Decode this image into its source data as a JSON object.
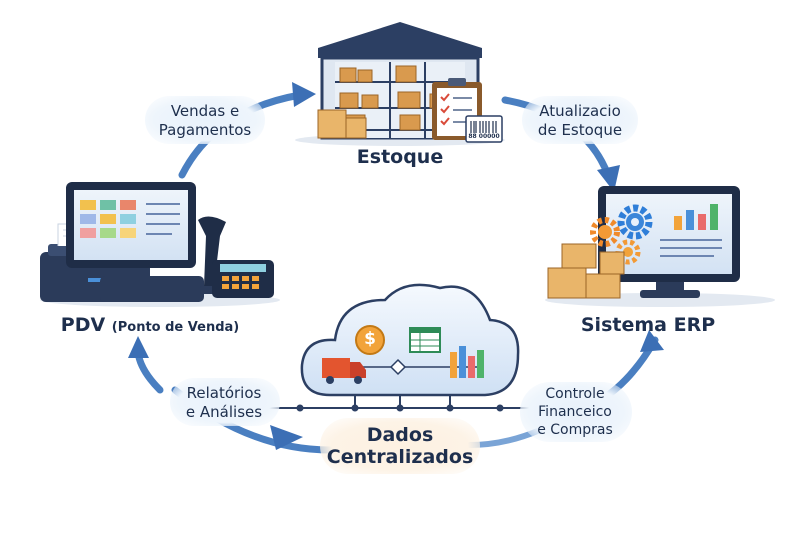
{
  "nodes": {
    "estoque": "Estoque",
    "pdv": "PDV",
    "pdv_sub": "(Ponto de Venda)",
    "erp": "Sistema ERP",
    "dados_line1": "Dados",
    "dados_line2": "Centralizados"
  },
  "flows": {
    "vendas_line1": "Vendas e",
    "vendas_line2": "Pagamentos",
    "atualizacao_line1": "Atualizacio",
    "atualizacao_line2": "de Estoque",
    "controle_line1": "Controle",
    "controle_line2": "Financeico",
    "controle_line3": "e Compras",
    "relatorios_line1": "Relatórios",
    "relatorios_line2": "e Análises"
  },
  "icons": {
    "cloud_dollar": "$",
    "barcode_text": "88 00000"
  },
  "colors": {
    "navy": "#1e2f4d",
    "arrow_blue": "#4a7fc1",
    "cloud_blue": "#dce9f7",
    "gold": "#f0a929",
    "accent_orange": "#f28a1f"
  }
}
